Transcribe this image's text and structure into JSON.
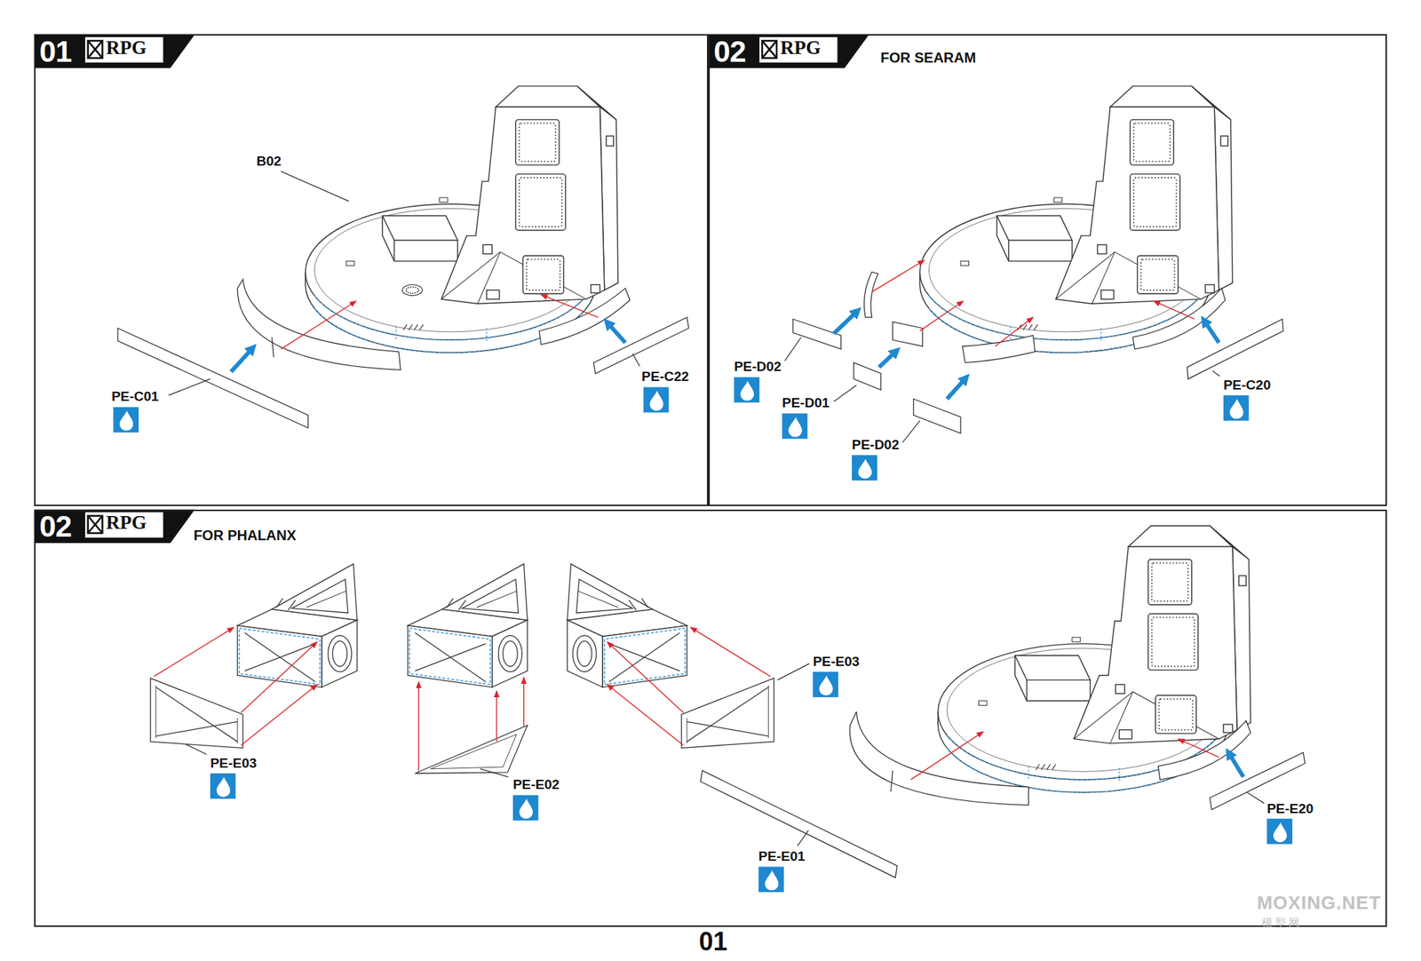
{
  "diagram": {
    "nodes": [
      {
        "text": [
          "01"
        ]
      },
      {
        "text": [
          "02",
          "FOR SEARAM"
        ]
      },
      {
        "text": [
          "02",
          "FOR PHALANX"
        ]
      }
    ],
    "labels": [
      "RPG",
      "B02",
      "PE-C01",
      "PE-C22",
      "RPG",
      "PE-D02",
      "PE-D01",
      "PE-D02",
      "PE-C20",
      "RPG",
      "PE-E03",
      "PE-E02",
      "PE-E03",
      "PE-E01",
      "PE-E20",
      "01",
      "MOXING.NET",
      "模型网"
    ]
  }
}
